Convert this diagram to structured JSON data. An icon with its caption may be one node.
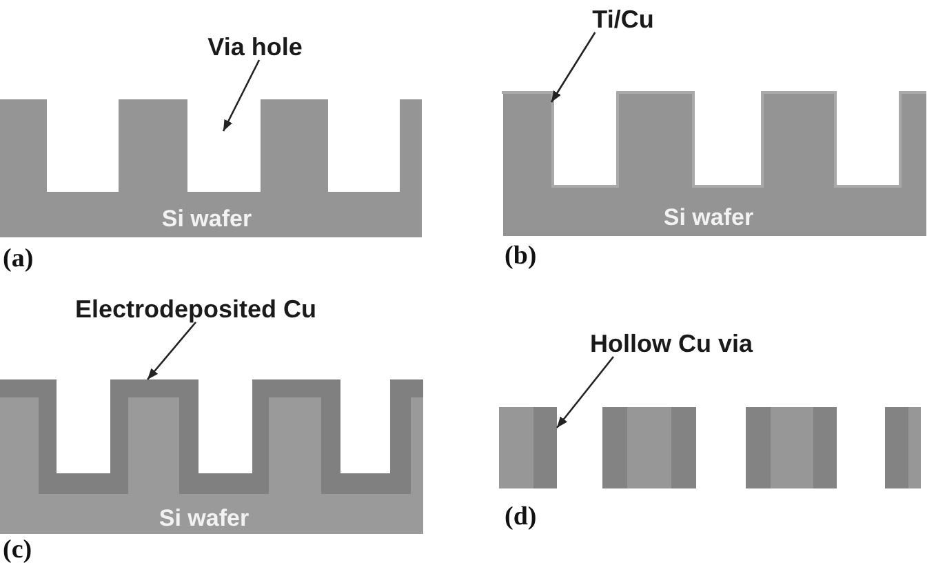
{
  "diagram": {
    "nodes": [
      {
        "text": [
          "Via hole"
        ]
      },
      {
        "text": [
          "Si wafer"
        ]
      },
      {
        "text": [
          "Ti/Cu"
        ]
      },
      {
        "text": [
          "Si wafer"
        ]
      },
      {
        "text": [],
        "shape": "layer"
      },
      {
        "text": [
          "Electrodeposited Cu"
        ]
      },
      {
        "text": [
          "Si wafer"
        ]
      },
      {
        "text": [],
        "shape": "layer"
      },
      {
        "text": [
          "Hollow Cu via"
        ]
      },
      {
        "text": [],
        "shape": "bar"
      },
      {
        "text": [],
        "shape": "bar"
      },
      {
        "text": [],
        "shape": "bar"
      },
      {
        "text": [],
        "shape": "bar"
      },
      {
        "text": [],
        "shape": "bar"
      },
      {
        "text": [],
        "shape": "bar"
      }
    ],
    "edges": [
      {
        "from": 0,
        "to": null,
        "arrow": "to"
      },
      {
        "from": 2,
        "to": 4,
        "arrow": "to"
      },
      {
        "from": 5,
        "to": 7,
        "arrow": "to"
      },
      {
        "from": 8,
        "to": 9,
        "arrow": "to"
      }
    ],
    "labels": [
      "(a)",
      "(b)",
      "(c)",
      "(d)"
    ]
  }
}
